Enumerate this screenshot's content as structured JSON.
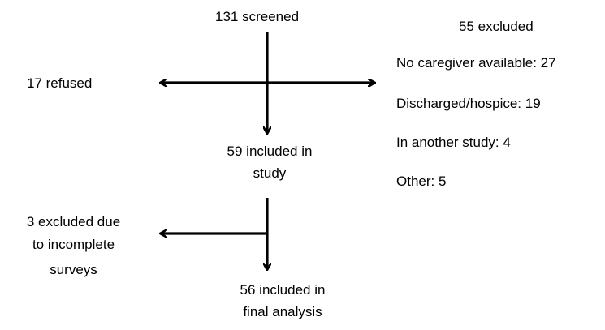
{
  "flow": {
    "screened": "131 screened",
    "refused": "17 refused",
    "excluded_title": "55 excluded",
    "excluded_reasons": [
      "No caregiver available: 27",
      "Discharged/hospice: 19",
      "In another study: 4",
      "Other: 5"
    ],
    "included_line1": "59 included in",
    "included_line2": "study",
    "incomplete_line1": "3 excluded due",
    "incomplete_line2": "to incomplete",
    "incomplete_line3": "surveys",
    "final_line1": "56 included in",
    "final_line2": "final analysis"
  }
}
